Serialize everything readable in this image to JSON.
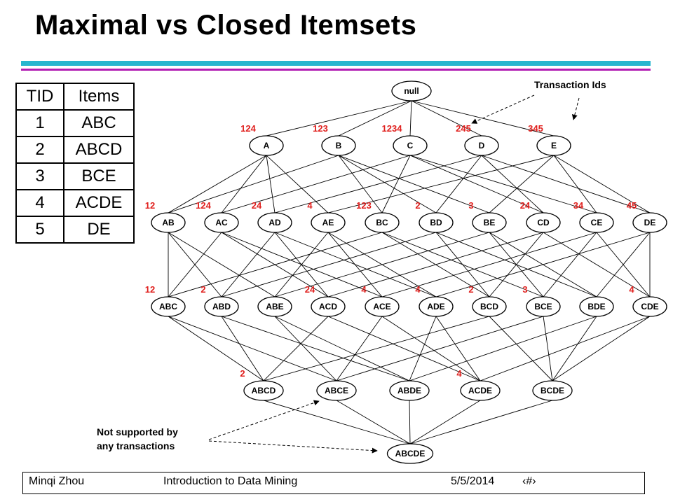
{
  "slide": {
    "title": "Maximal vs Closed Itemsets",
    "colors": {
      "rule_cyan": "#27b6cf",
      "rule_magenta": "#b21fb2",
      "tid_label": "#e0201e"
    }
  },
  "table": {
    "headers": [
      "TID",
      "Items"
    ],
    "rows": [
      [
        "1",
        "ABC"
      ],
      [
        "2",
        "ABCD"
      ],
      [
        "3",
        "BCE"
      ],
      [
        "4",
        "ACDE"
      ],
      [
        "5",
        "DE"
      ]
    ]
  },
  "lattice": {
    "levels": [
      [
        "null"
      ],
      [
        "A",
        "B",
        "C",
        "D",
        "E"
      ],
      [
        "AB",
        "AC",
        "AD",
        "AE",
        "BC",
        "BD",
        "BE",
        "CD",
        "CE",
        "DE"
      ],
      [
        "ABC",
        "ABD",
        "ABE",
        "ACD",
        "ACE",
        "ADE",
        "BCD",
        "BCE",
        "BDE",
        "CDE"
      ],
      [
        "ABCD",
        "ABCE",
        "ABDE",
        "ACDE",
        "BCDE"
      ],
      [
        "ABCDE"
      ]
    ],
    "tid_labels": [
      [
        ""
      ],
      [
        "124",
        "123",
        "1234",
        "245",
        "345"
      ],
      [
        "12",
        "124",
        "24",
        "4",
        "123",
        "2",
        "3",
        "24",
        "34",
        "45"
      ],
      [
        "12",
        "2",
        "",
        "24",
        "4",
        "4",
        "2",
        "3",
        "",
        "4"
      ],
      [
        "2",
        "",
        "",
        "4",
        ""
      ],
      [
        ""
      ]
    ]
  },
  "callouts": {
    "transaction_ids": "Transaction Ids",
    "not_supported_line1": "Not supported by",
    "not_supported_line2": "any transactions"
  },
  "footer": {
    "author": "Minqi Zhou",
    "course": "Introduction to Data Mining",
    "date": "5/5/2014",
    "page": "‹#›"
  }
}
